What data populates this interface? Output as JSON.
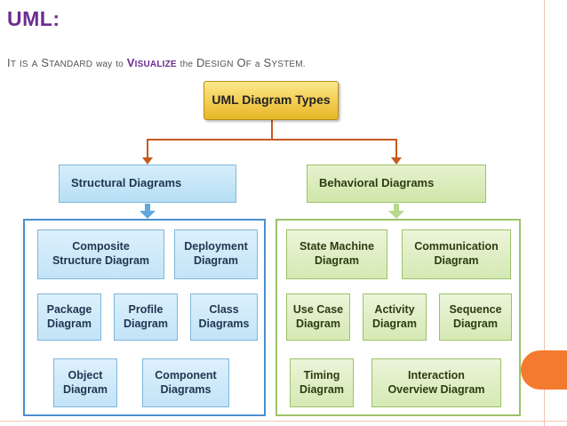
{
  "slide": {
    "title": "UML:",
    "subtitle": {
      "w1_cap": "I",
      "w1_rest": "T",
      "w2_cap": "I",
      "w2_rest": "S",
      "w3": "A",
      "w4_cap": "S",
      "w4_rest": "TANDARD",
      "w5": "way",
      "w6": "to",
      "w7_cap": "V",
      "w7_rest": "ISUALIZE",
      "w8": "the",
      "w9_cap": "D",
      "w9_rest": "ESIGN",
      "w10_cap": "O",
      "w10_rest": "F",
      "w11": "a",
      "w12_cap": "S",
      "w12_rest": "YSTEM."
    }
  },
  "diagram": {
    "root": "UML Diagram Types",
    "structural": {
      "heading": "Structural Diagrams",
      "items": [
        {
          "line1": "Composite",
          "line2": "Structure Diagram"
        },
        {
          "line1": "Deployment",
          "line2": "Diagram"
        },
        {
          "line1": "Package",
          "line2": "Diagram"
        },
        {
          "line1": "Profile",
          "line2": "Diagram"
        },
        {
          "line1": "Class",
          "line2": "Diagrams"
        },
        {
          "line1": "Object",
          "line2": "Diagram"
        },
        {
          "line1": "Component",
          "line2": "Diagrams"
        }
      ]
    },
    "behavioral": {
      "heading": "Behavioral Diagrams",
      "items": [
        {
          "line1": "State Machine",
          "line2": "Diagram"
        },
        {
          "line1": "Communication",
          "line2": "Diagram"
        },
        {
          "line1": "Use Case",
          "line2": "Diagram"
        },
        {
          "line1": "Activity",
          "line2": "Diagram"
        },
        {
          "line1": "Sequence",
          "line2": "Diagram"
        },
        {
          "line1": "Timing",
          "line2": "Diagram"
        },
        {
          "line1": "Interaction",
          "line2": "Overview Diagram"
        }
      ]
    },
    "colors": {
      "title": "#6b2c8f",
      "connector": "#c65a1e",
      "structural_border": "#4b8fcf",
      "behavioral_border": "#9cc26a",
      "root_fill": "#f2c94c",
      "accent_orange": "#f47a30"
    }
  }
}
